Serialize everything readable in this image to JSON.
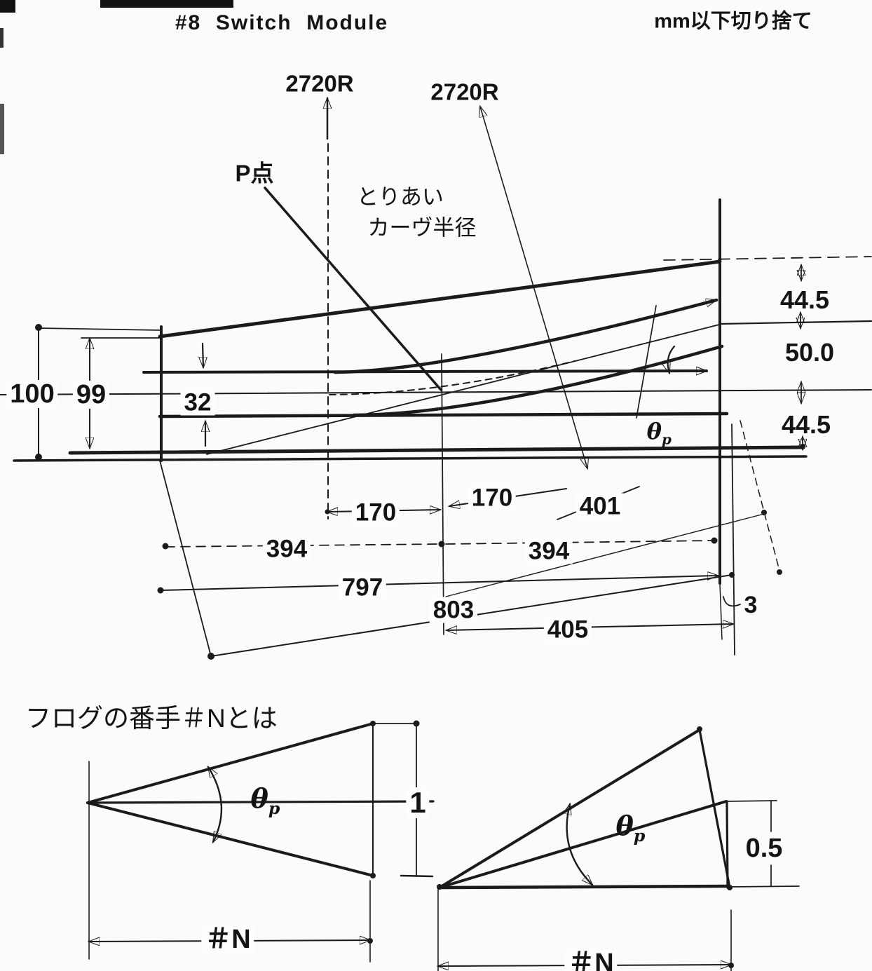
{
  "header": {
    "title": "#8  Switch  Module",
    "note": "mm以下切り捨て"
  },
  "main": {
    "radius_left": "2720R",
    "radius_right": "2720R",
    "p_point": "P点",
    "fit_label_1": "とりあい",
    "fit_label_2": "カーヴ半径",
    "theta": "θ",
    "theta_sub": "p",
    "dims": {
      "h_total": "100",
      "h_inner": "99",
      "gauge": "32",
      "off_top": "44.5",
      "off_mid": "50.0",
      "off_bot": "44.5",
      "lead_left": "170",
      "lead_right": "170",
      "diag_right": "401",
      "half_left": "394",
      "half_right": "394",
      "straight_total": "797",
      "diag_total": "803",
      "tail": "405",
      "end_gap": "3"
    }
  },
  "frog": {
    "heading": "フログの番手＃Nとは",
    "theta": "θ",
    "theta_sub": "p",
    "left": {
      "height": "1",
      "n_label": "＃N"
    },
    "right": {
      "height": "0.5",
      "n_label": "＃N"
    }
  },
  "colors": {
    "ink": "#1b1b1b",
    "paper": "#fbfbf9"
  }
}
